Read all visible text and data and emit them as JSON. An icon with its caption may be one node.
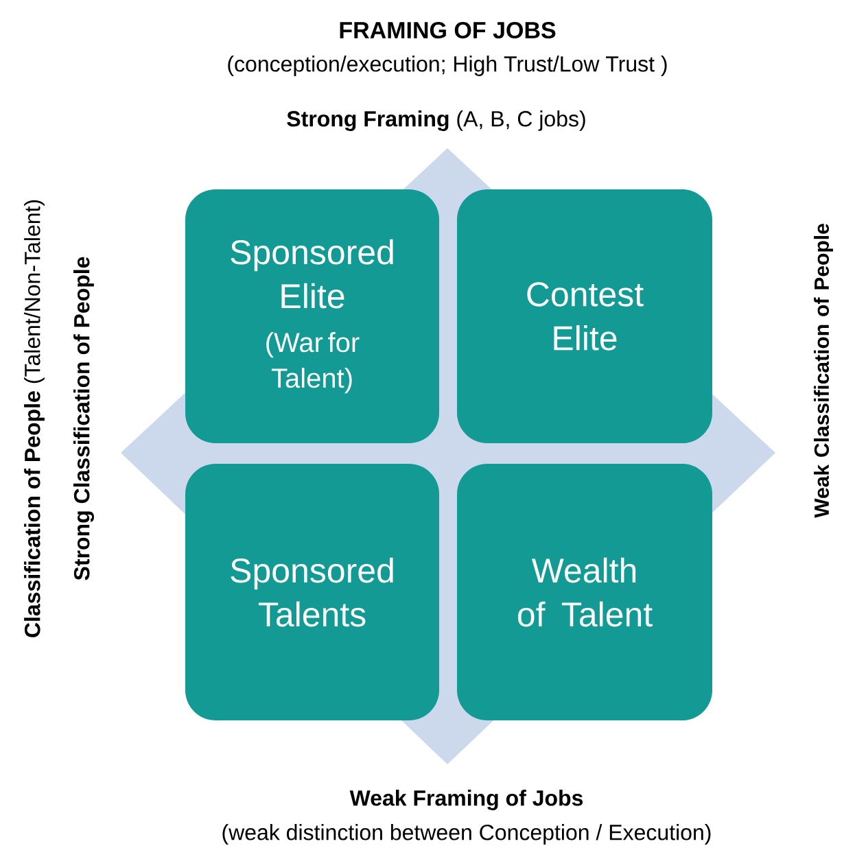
{
  "diagram": {
    "title": "FRAMING OF JOBS",
    "nodes": [
      {
        "text": [
          "Sponsored Elite",
          "(War for Talent)"
        ]
      },
      {
        "text": [
          "Contest Elite"
        ]
      },
      {
        "text": [
          "Sponsored Talents"
        ]
      },
      {
        "text": [
          "Wealth of Talent"
        ]
      }
    ],
    "labels": [
      "(conception/execution; High Trust/Low Trust )",
      "**Strong Framing** (A, B, C jobs)",
      "**Classification of People** (Talent/Non-Talent)",
      "Strong Classification of People",
      "Weak Classification of People",
      "Weak Framing of Jobs",
      "(weak distinction between Conception / Execution)"
    ]
  }
}
